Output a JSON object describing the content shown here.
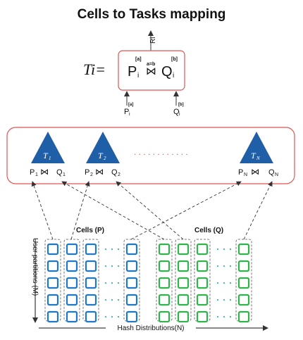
{
  "diagram": {
    "title": "Cells to Tasks mapping",
    "formula": {
      "lhs": "Ti=",
      "result": "Ri",
      "left_base": "P",
      "left_sub": "i",
      "left_sup": "[a]",
      "join_cond": "a=b",
      "right_base": "Q",
      "right_sub": "i",
      "right_sup": "[b]",
      "input_left_base": "P",
      "input_left_sub": "i",
      "input_left_sup": "[a]",
      "input_right_base": "Q",
      "input_right_sub": "i",
      "input_right_sup": "[b]"
    },
    "tasks": [
      {
        "label": "T",
        "sub": "1",
        "join_left": "P",
        "join_left_sub": "1",
        "join_right": "Q",
        "join_right_sub": "1"
      },
      {
        "label": "T",
        "sub": "2",
        "join_left": "P",
        "join_left_sub": "2",
        "join_right": "Q",
        "join_right_sub": "2"
      },
      {
        "label": "T",
        "sub": "N",
        "join_left": "P",
        "join_left_sub": "N",
        "join_right": "Q",
        "join_right_sub": "N"
      }
    ],
    "tasks_ellipsis": ". . . . . . . . . . . .",
    "cells_p_label": "Cells (P)",
    "cells_q_label": "Cells (Q)",
    "y_axis_label": "User partitions (M)",
    "x_axis_label": "Hash Distributions(N)",
    "join_symbol": "⋈",
    "colors": {
      "task_blue": "#1f5fa8",
      "cells_p": "#1f77c9",
      "cells_q": "#2fb34a",
      "box_border": "#e05555",
      "dots": "#3bb0c9",
      "dots_red": "#e05555"
    }
  }
}
